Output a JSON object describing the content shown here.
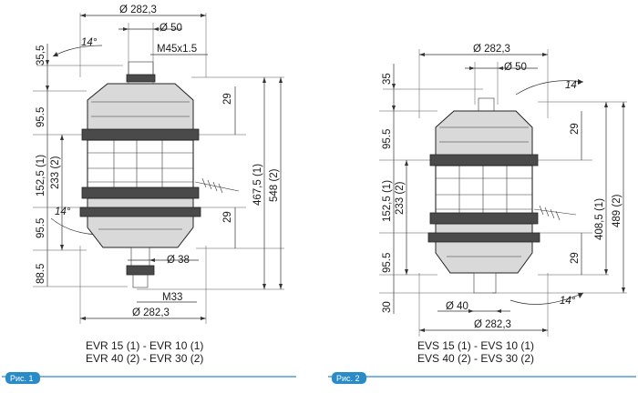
{
  "figures": [
    {
      "tag": "Рис. 1",
      "caption_line1": "EVR 15 (1) - EVR 10 (1)",
      "caption_line2": "EVR 40 (2) - EVR 30 (2)",
      "dims": {
        "top_dia": "Ø 282,3",
        "shaft_dia": "Ø 50",
        "thread_top": "M45x1.5",
        "angle_top": "14°",
        "angle_bottom": "14°",
        "h_35_5": "35,5",
        "h_95_5_top": "95.5",
        "h_152_5": "152,5 (1)",
        "h_233": "233 (2)",
        "h_95_5_bot": "95.5",
        "h_88_5": "88.5",
        "r_29_top": "29",
        "r_29_bot": "29",
        "h_467_5": "467,5 (1)",
        "h_548": "548 (2)",
        "bottom_shaft": "Ø 38",
        "thread_bottom": "M33",
        "bottom_dia": "Ø 282,3"
      }
    },
    {
      "tag": "Рис. 2",
      "caption_line1": "EVS 15 (1) - EVS 10 (1)",
      "caption_line2": "EVS 40 (2) - EVS 30 (2)",
      "dims": {
        "top_dia": "Ø 282,3",
        "shaft_dia": "Ø 50",
        "angle_top": "14°",
        "angle_bottom": "14°",
        "h_35": "35",
        "h_95_5_top": "95.5",
        "h_152_5": "152,5 (1)",
        "h_233": "233 (2)",
        "h_95_5_bot": "95.5",
        "h_30": "30",
        "r_29_top": "29",
        "r_29_bot": "29",
        "h_408_5": "408,5 (1)",
        "h_489": "489 (2)",
        "bottom_shaft": "Ø 40",
        "bottom_dia": "Ø 282,3"
      }
    }
  ]
}
